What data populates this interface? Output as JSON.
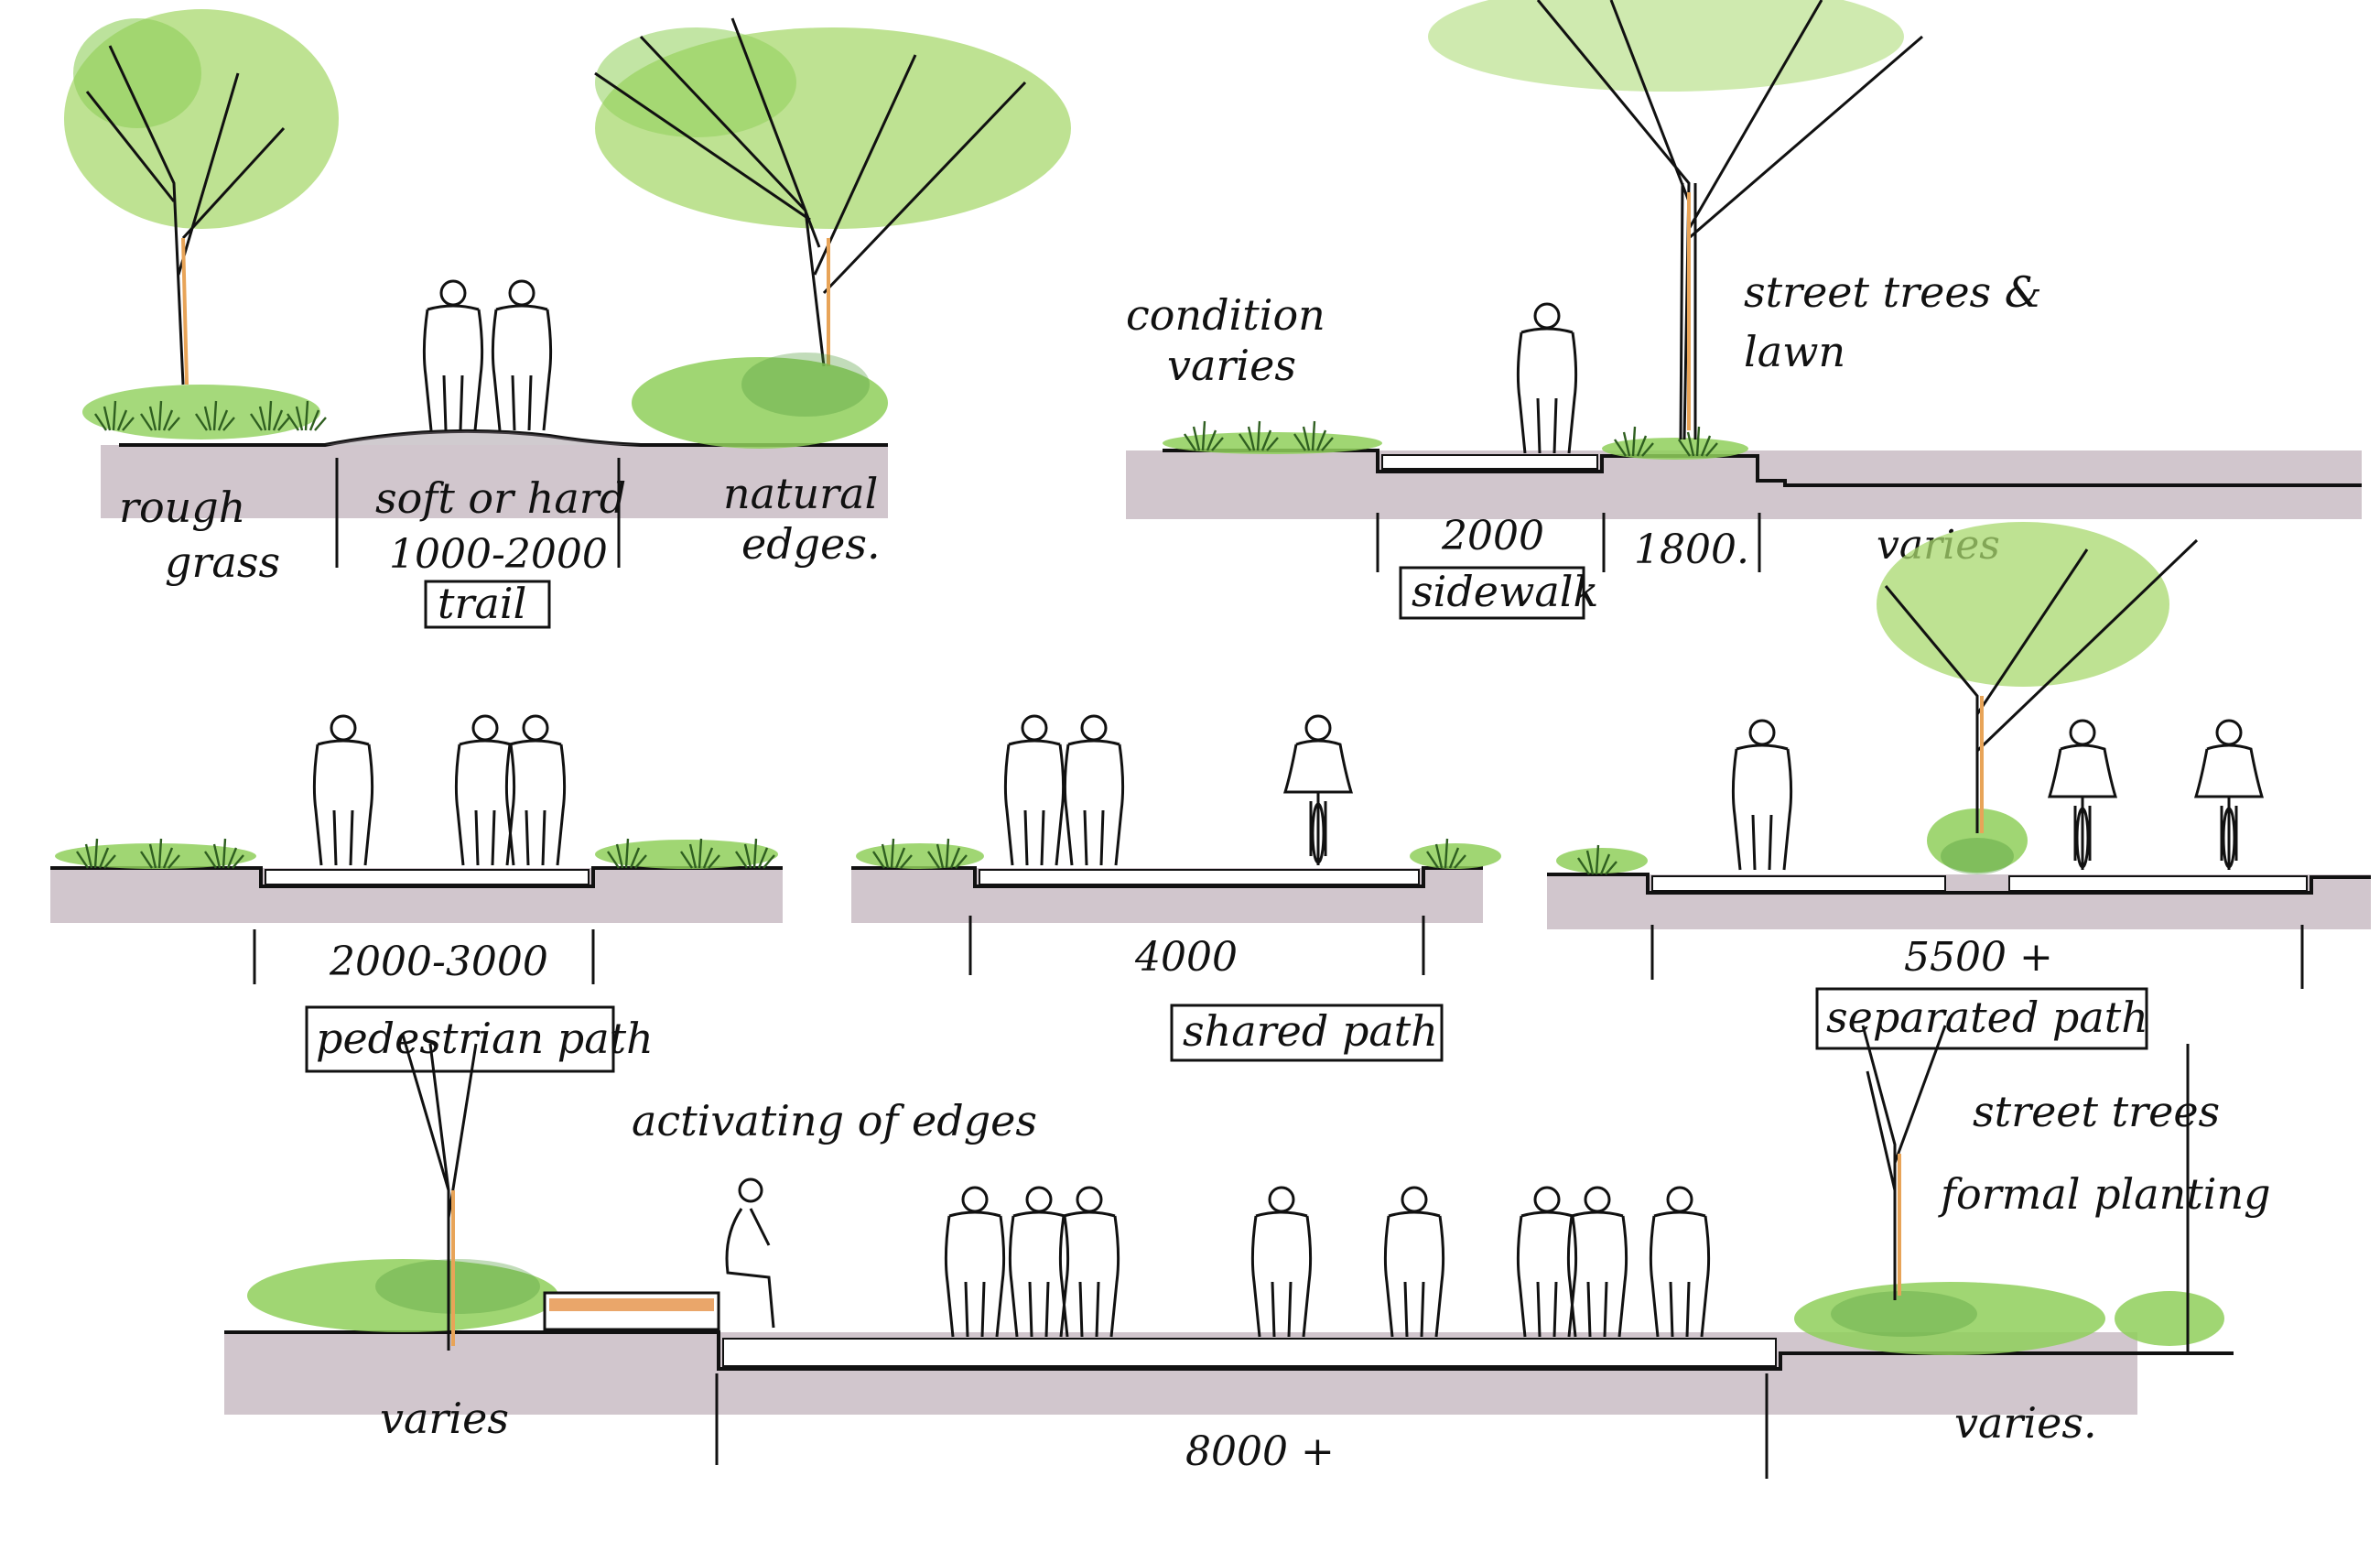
{
  "colors": {
    "ground": "#c9bcc4",
    "ground_dark": "#a996a3",
    "grass": "#8fcf5a",
    "grass_dark": "#4f9a3a",
    "foliage": "#a8d86e",
    "ink": "#111111",
    "trunk_accent": "#e8a458",
    "bench": "#e69650"
  },
  "row1": {
    "trail": {
      "left_label_l1": "rough",
      "left_label_l2": "grass",
      "center_label_l1": "soft or hard",
      "center_label_l2": "1000-2000",
      "right_label_l1": "natural",
      "right_label_l2": "edges.",
      "title": "trail"
    },
    "sidewalk": {
      "condition_l1": "condition",
      "condition_l2": "varies",
      "street_trees_l1": "street trees &",
      "street_trees_l2": "lawn",
      "dim_walk": "2000",
      "dim_lawn": "1800.",
      "dim_varies": "varies",
      "title": "sidewalk"
    }
  },
  "row2": {
    "pedestrian": {
      "dim": "2000-3000",
      "title": "pedestrian path"
    },
    "shared": {
      "dim": "4000",
      "title": "shared path"
    },
    "separated": {
      "dim": "5500 +",
      "title": "separated path"
    }
  },
  "row3": {
    "activating_edges": "activating of edges",
    "street_trees_l1": "street trees",
    "street_trees_l2": "formal planting",
    "left_varies": "varies",
    "right_varies": "varies.",
    "dim": "8000 +"
  }
}
